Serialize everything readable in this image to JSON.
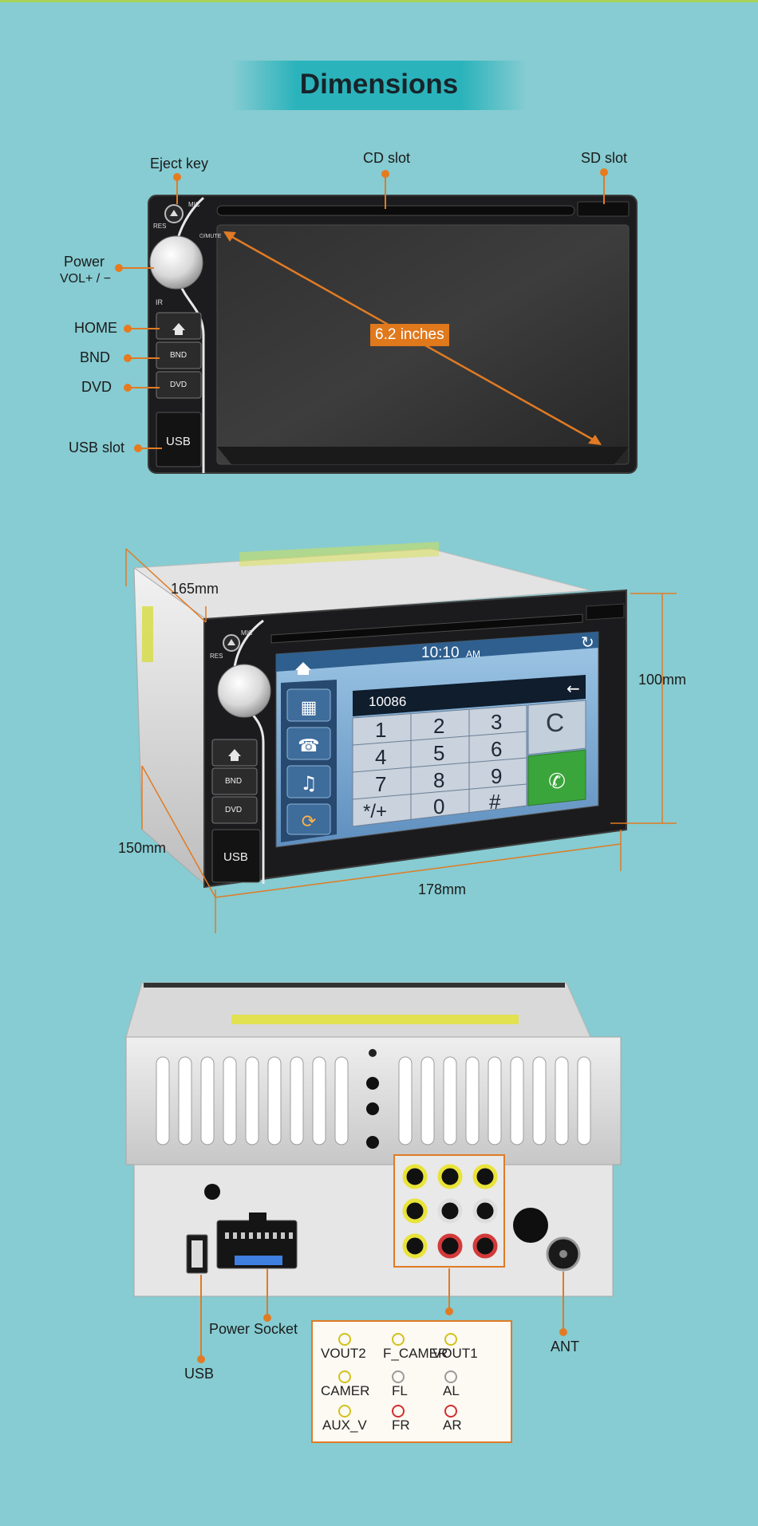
{
  "header": {
    "title": "Dimensions"
  },
  "front_panel": {
    "callouts": {
      "eject_key": "Eject key",
      "cd_slot": "CD slot",
      "sd_slot": "SD slot",
      "power": "Power",
      "vol": "VOL+ / −",
      "home": "HOME",
      "bnd": "BND",
      "dvd": "DVD",
      "usb_slot": "USB slot"
    },
    "screen_size": "6.2 inches",
    "buttons": {
      "bnd": "BND",
      "dvd": "DVD",
      "usb": "USB"
    },
    "tiny_labels": {
      "mic": "MIC",
      "res": "RES",
      "ir": "IR",
      "knob": "⏻/MUTE"
    }
  },
  "perspective_view": {
    "dims": {
      "depth": "165mm",
      "height": "100mm",
      "side": "150mm",
      "width": "178mm"
    },
    "clock": "10:10",
    "ampm": "AM",
    "dial_number": "10086",
    "keys": [
      "1",
      "2",
      "3",
      "4",
      "5",
      "6",
      "7",
      "8",
      "9",
      "*/+",
      "0",
      "#"
    ],
    "clear_key": "C",
    "buttons": {
      "bnd": "BND",
      "dvd": "DVD",
      "usb": "USB"
    },
    "tiny_labels": {
      "mic": "MIC",
      "res": "RES"
    }
  },
  "rear_panel": {
    "callouts": {
      "power_socket": "Power Socket",
      "usb": "USB",
      "ant": "ANT"
    },
    "legend": [
      [
        {
          "label": "VOUT2",
          "color": "yellow"
        },
        {
          "label": "F_CAMER",
          "color": "yellow"
        },
        {
          "label": "VOUT1",
          "color": "yellow"
        }
      ],
      [
        {
          "label": "CAMER",
          "color": "yellow"
        },
        {
          "label": "FL",
          "color": "grey"
        },
        {
          "label": "AL",
          "color": "grey"
        }
      ],
      [
        {
          "label": "AUX_V",
          "color": "yellow"
        },
        {
          "label": "FR",
          "color": "red"
        },
        {
          "label": "AR",
          "color": "red"
        }
      ]
    ]
  },
  "colors": {
    "background": "#86ccd2",
    "accent": "#e07b24",
    "banner": "#2bb3bb"
  }
}
